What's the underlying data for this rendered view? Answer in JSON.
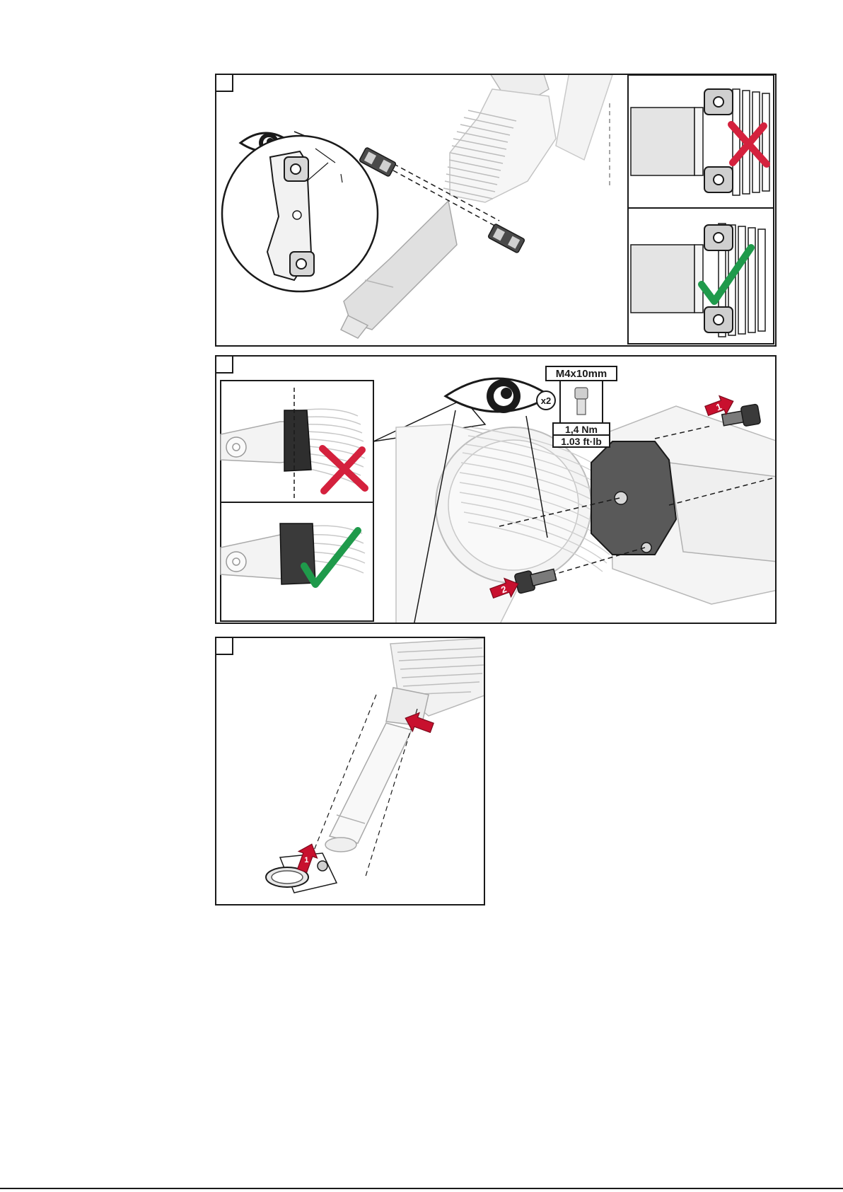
{
  "panels": {
    "step_1": {
      "inset_marks": {
        "wrong": "cross-mark",
        "right": "check-mark"
      }
    },
    "step_2": {
      "screw_spec": {
        "size": "M4x10mm",
        "quantity": "x2",
        "torque_metric": "1,4 Nm",
        "torque_imperial": "1.03 ft·lb"
      },
      "arrow_labels": [
        "1",
        "2"
      ]
    },
    "step_3": {
      "arrow_labels": [
        "1"
      ]
    }
  },
  "colors": {
    "outline": "#1a1a1a",
    "part_light": "#e4e4e4",
    "part_dark": "#3a3a3a",
    "wrong_mark": "#d4213d",
    "right_mark": "#1f9a4b",
    "arrow_red": "#c8102e"
  }
}
